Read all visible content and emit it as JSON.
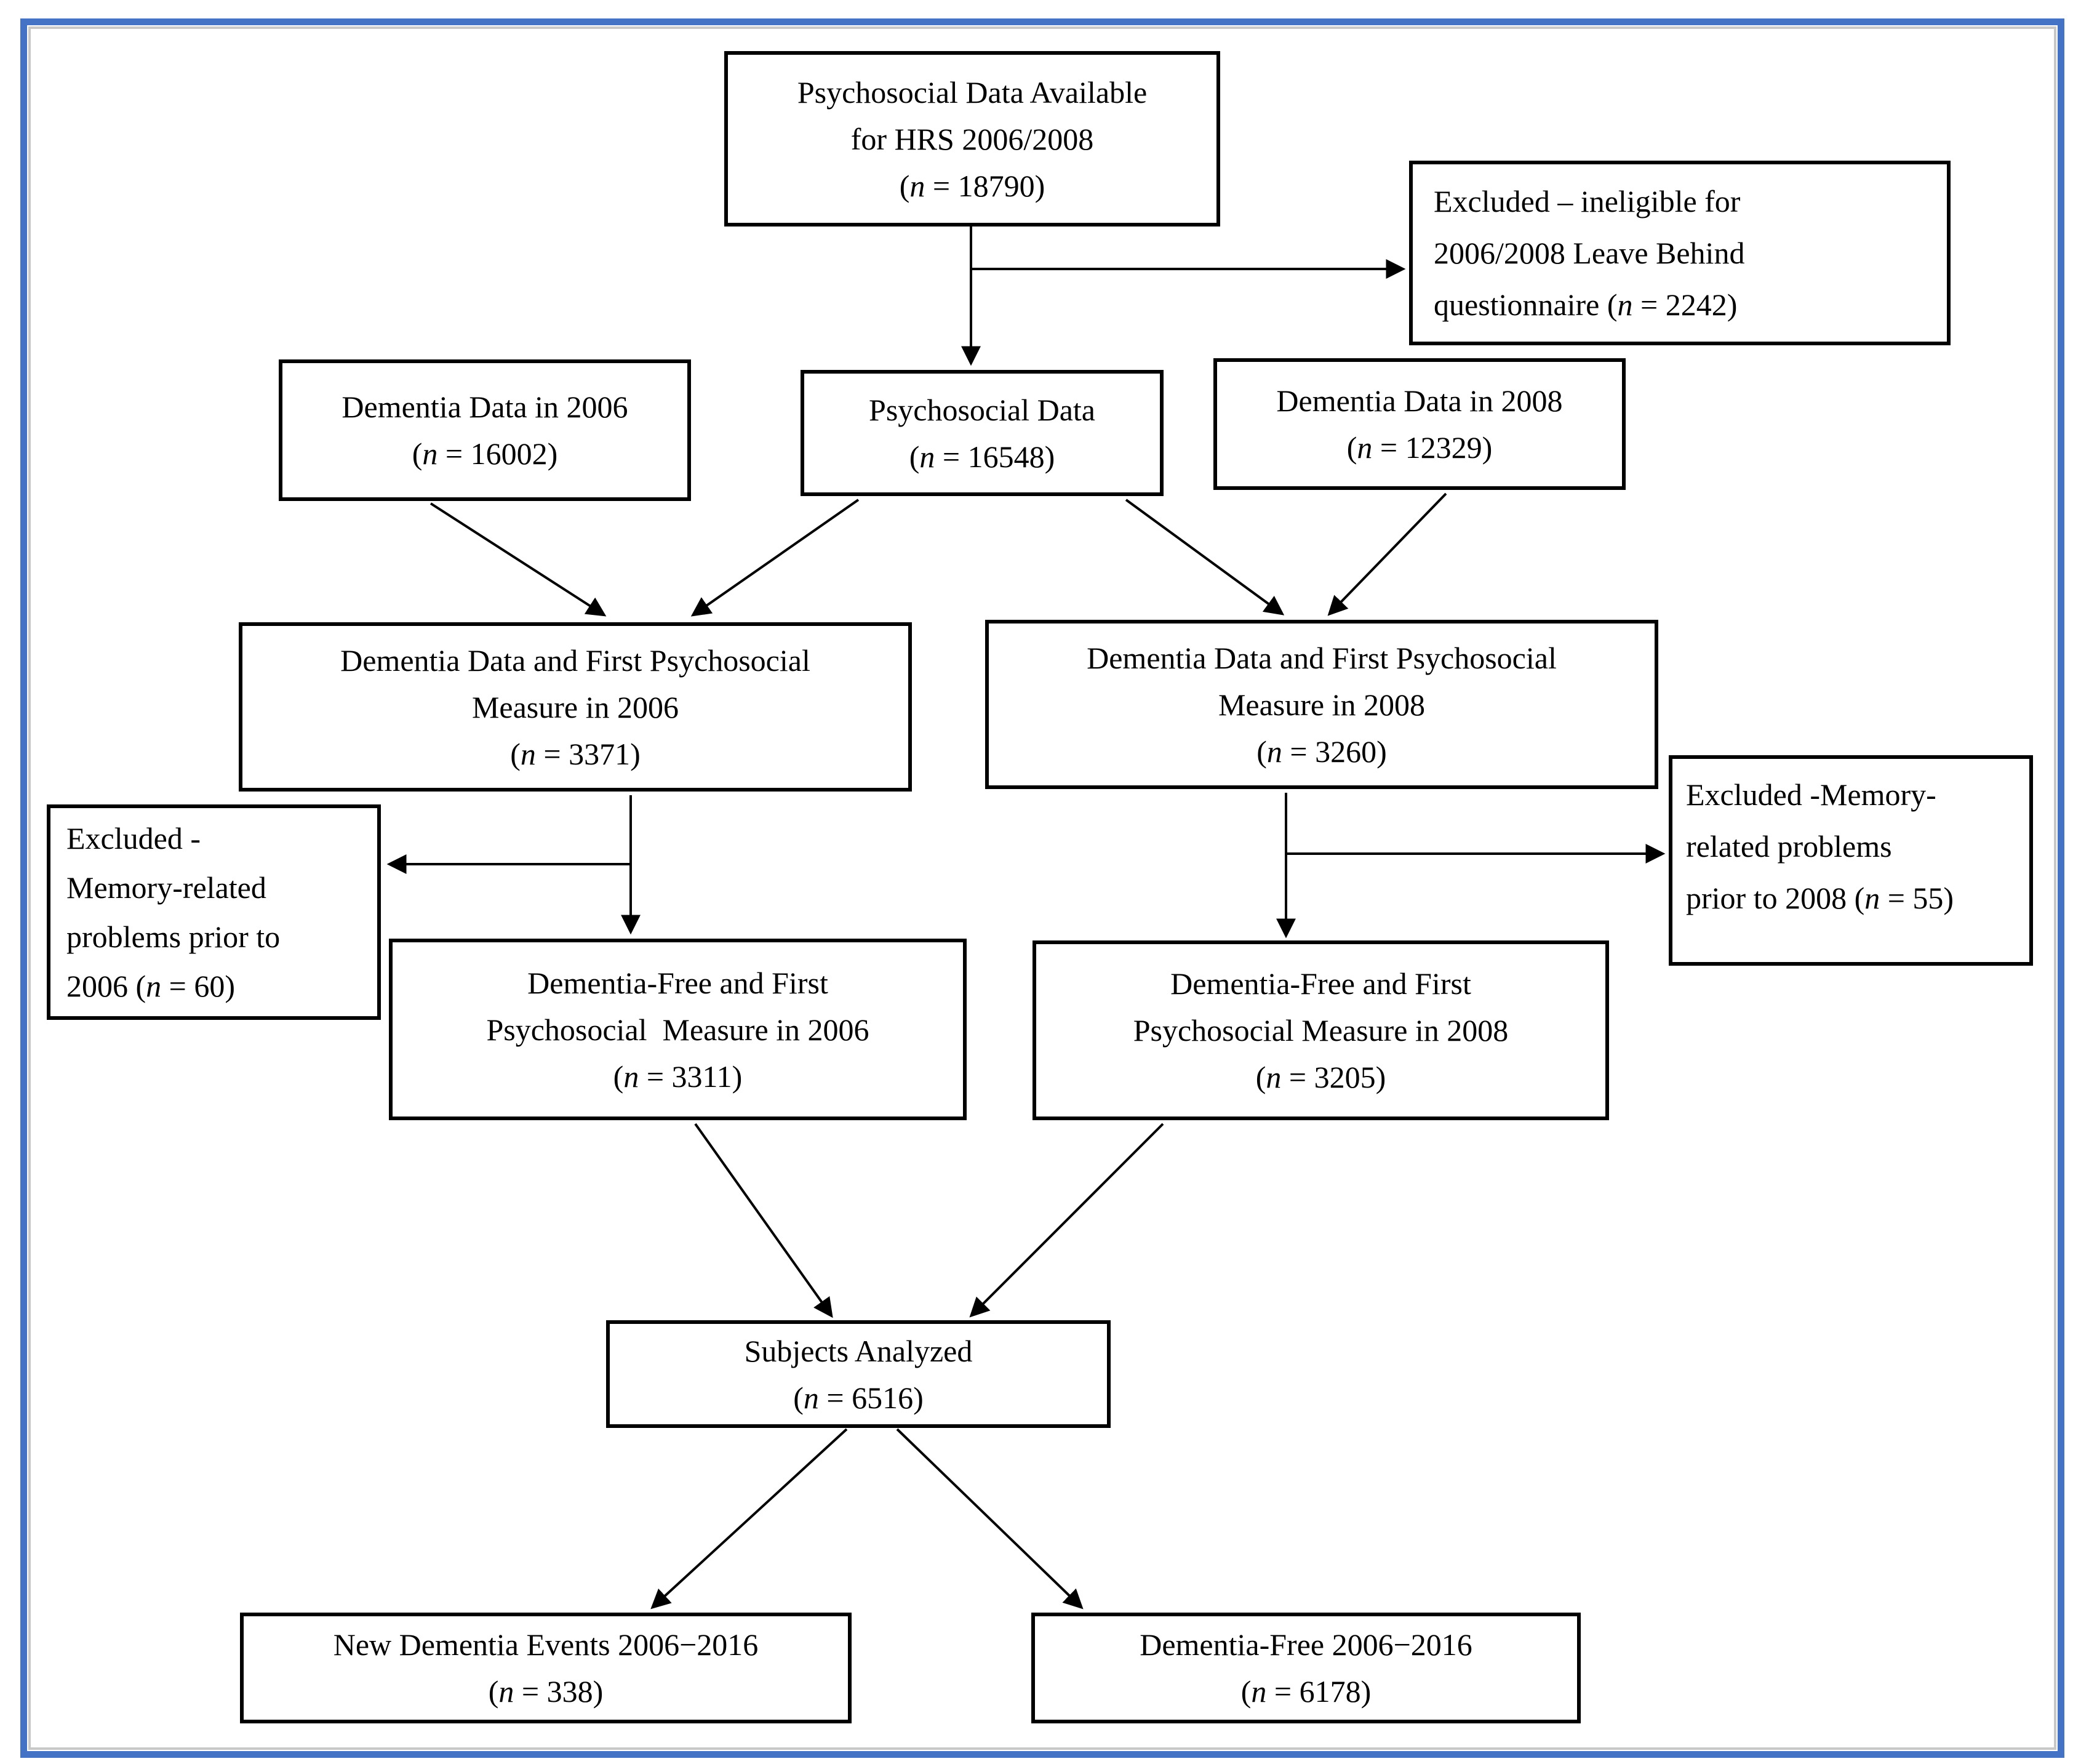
{
  "figure": {
    "type": "study-flow-diagram",
    "frame_color": "#4472C4",
    "inner_line_color": "#c8c8c8",
    "box_border_color": "#000000",
    "boxes": {
      "psychosocial_available": {
        "lines": [
          "Psychosocial Data Available",
          "for HRS 2006/2008",
          "(n = 18790)"
        ]
      },
      "excluded_ineligible": {
        "lines": [
          "Excluded – ineligible for",
          "2006/2008 Leave Behind",
          "questionnaire (n = 2242)"
        ]
      },
      "dementia_2006": {
        "lines": [
          "Dementia Data in 2006",
          "(n = 16002)"
        ]
      },
      "psychosocial_data": {
        "lines": [
          "Psychosocial Data",
          "(n = 16548)"
        ]
      },
      "dementia_2008": {
        "lines": [
          "Dementia Data in 2008",
          "(n = 12329)"
        ]
      },
      "dd_first_pm_2006": {
        "lines": [
          "Dementia Data and First Psychosocial",
          "Measure in 2006",
          "(n = 3371)"
        ]
      },
      "dd_first_pm_2008": {
        "lines": [
          "Dementia Data and First Psychosocial",
          "Measure in 2008",
          "(n = 3260)"
        ]
      },
      "excluded_memory_2006": {
        "lines": [
          "Excluded -",
          "Memory-related",
          "problems prior to",
          "2006 (n = 60)"
        ]
      },
      "excluded_memory_2008": {
        "lines": [
          "Excluded -Memory-",
          "related problems",
          "prior to 2008 (n = 55)"
        ]
      },
      "df_first_pm_2006": {
        "lines": [
          "Dementia-Free and First",
          "Psychosocial  Measure in 2006",
          "(n = 3311)"
        ]
      },
      "df_first_pm_2008": {
        "lines": [
          "Dementia-Free and First",
          "Psychosocial Measure in 2008",
          "(n = 3205)"
        ]
      },
      "subjects_analyzed": {
        "lines": [
          "Subjects Analyzed",
          "(n = 6516)"
        ]
      },
      "new_dementia_events": {
        "lines": [
          "New Dementia Events 2006−2016",
          "(n = 338)"
        ]
      },
      "dementia_free_2006_2016": {
        "lines": [
          "Dementia-Free 2006−2016",
          "(n = 6178)"
        ]
      }
    }
  }
}
